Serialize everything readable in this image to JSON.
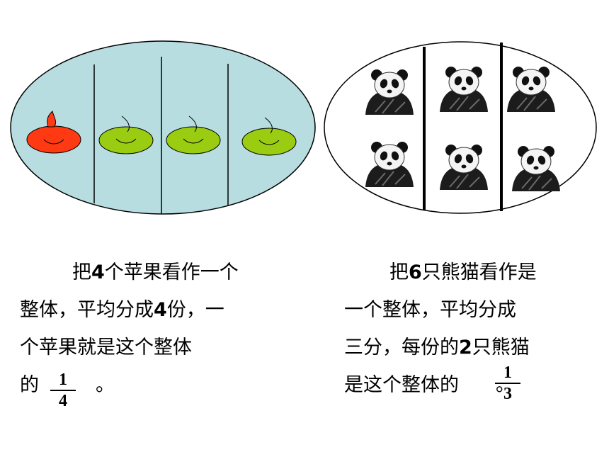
{
  "left_group": {
    "parts": 4,
    "apples": [
      "red",
      "green",
      "green",
      "green"
    ]
  },
  "right_group": {
    "parts": 3,
    "pandas": 6
  },
  "colors": {
    "ellipse_fill": "#b8dde0",
    "red_apple": "#ff3a12",
    "green_apple": "#9acd11",
    "stroke": "#000000"
  },
  "icons": {
    "apple": "apple-icon",
    "panda": "panda-icon"
  },
  "left_text": {
    "line1_pre": "把",
    "line1_num": "4",
    "line1_post": "个苹果看作一个",
    "line2_pre": "整体，平均分成",
    "line2_num": "4",
    "line2_post": "份，一",
    "line3": "个苹果就是这个整体",
    "line4_pre": "的",
    "line4_post": "。",
    "fraction": {
      "numerator": "1",
      "denominator": "4"
    }
  },
  "right_text": {
    "line1_pre": "把",
    "line1_num": "6",
    "line1_post": "只熊猫看作是",
    "line2": "一个整体，平均分成",
    "line3_pre": "三分，每份的",
    "line3_num": "2",
    "line3_post": "只熊猫",
    "line4_pre": "是这个整体的",
    "line4_post": "。",
    "fraction": {
      "numerator": "1",
      "denominator": "3"
    }
  }
}
